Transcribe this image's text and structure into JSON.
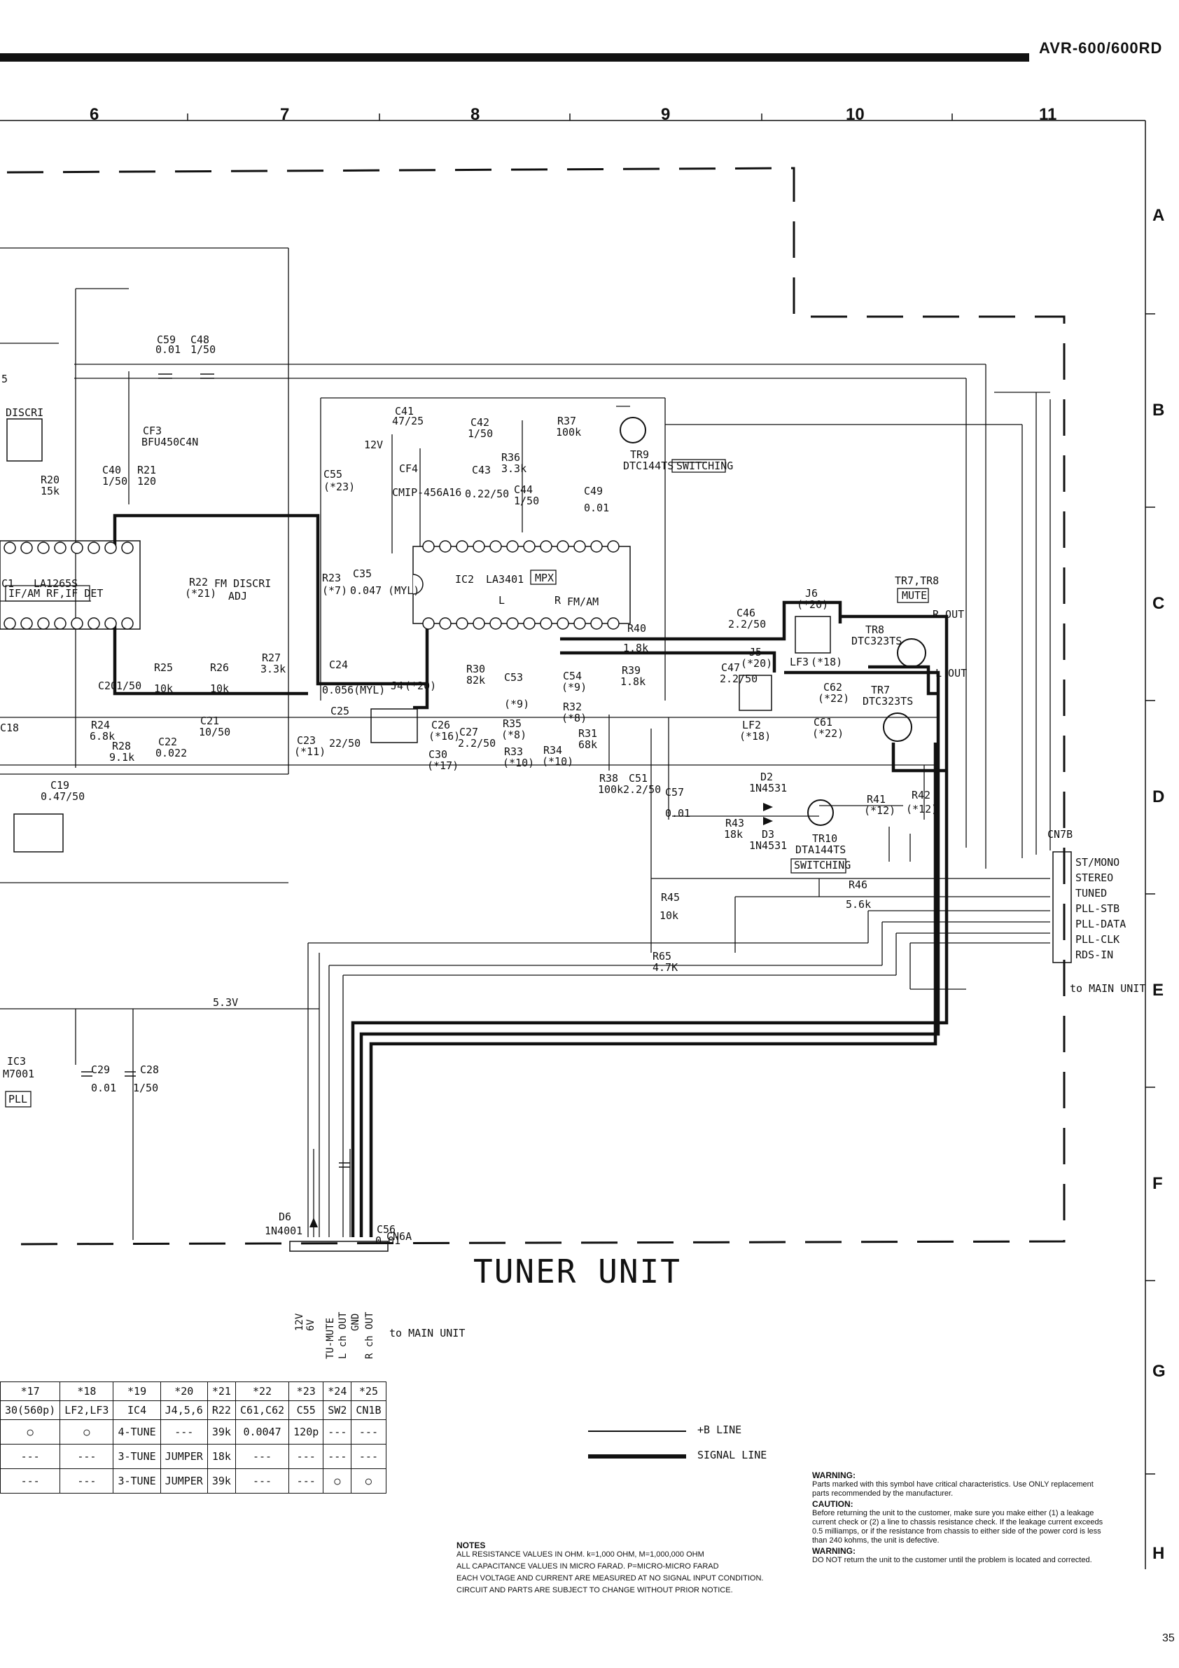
{
  "header": {
    "model": "AVR-600/600RD"
  },
  "grid": {
    "columns": [
      "6",
      "7",
      "8",
      "9",
      "10",
      "11"
    ],
    "rows": [
      "A",
      "B",
      "C",
      "D",
      "E",
      "F",
      "G",
      "H"
    ]
  },
  "title": "TUNER UNIT",
  "page_number": "35",
  "connectors": {
    "cn7b": {
      "name": "CN7B",
      "pins": [
        "ST/MONO",
        "STEREO",
        "TUNED",
        "PLL-STB",
        "PLL-DATA",
        "PLL-CLK",
        "RDS-IN"
      ],
      "dest": "to MAIN UNIT"
    },
    "cn6a": {
      "name": "CN6A",
      "pins": [
        "12V",
        "6V",
        "TU-MUTE",
        "L ch OUT",
        "GND",
        "R ch OUT"
      ],
      "dest": "to MAIN UNIT"
    }
  },
  "ics": {
    "ic1": {
      "ref": "C1",
      "part": "LA1265S",
      "func": "IF/AM RF,IF DET"
    },
    "ic2": {
      "ref": "IC2",
      "part": "LA3401",
      "func": "MPX"
    },
    "ic3": {
      "ref": "IC3",
      "part": "M7001",
      "func": "PLL"
    }
  },
  "labels": {
    "fm_discri": "FM DISCRI",
    "adj": "ADJ",
    "switching": "SWITCHING",
    "mute": "MUTE",
    "tr78": "TR7,TR8",
    "r_out": "R OUT",
    "l_out": "L OUT",
    "v12": "12V",
    "v53": "5.3V",
    "fmam": "FM/AM",
    "l": "L",
    "r": "R",
    "discri": "DISCRI",
    "n5": "5"
  },
  "components": [
    {
      "ref": "C59",
      "val": "0.01"
    },
    {
      "ref": "C48",
      "val": "1/50"
    },
    {
      "ref": "CF3",
      "val": "BFU450C4N"
    },
    {
      "ref": "C40",
      "val": "1/50"
    },
    {
      "ref": "R21",
      "val": "120"
    },
    {
      "ref": "R20",
      "val": "15k"
    },
    {
      "ref": "C41",
      "val": "47/25"
    },
    {
      "ref": "C42",
      "val": "1/50"
    },
    {
      "ref": "R37",
      "val": "100k"
    },
    {
      "ref": "TR9",
      "val": "DTC144TS"
    },
    {
      "ref": "R36",
      "val": "3.3k"
    },
    {
      "ref": "C43",
      "val": "0.22/50"
    },
    {
      "ref": "C44",
      "val": "1/50"
    },
    {
      "ref": "C49",
      "val": "0.01"
    },
    {
      "ref": "C55",
      "val": "(*23)"
    },
    {
      "ref": "CF4",
      "val": "CMIP-456A16"
    },
    {
      "ref": "R22",
      "val": "(*21)"
    },
    {
      "ref": "R23",
      "val": "(*7)"
    },
    {
      "ref": "C35",
      "val": "0.047 (MYL)"
    },
    {
      "ref": "R27",
      "val": "3.3k"
    },
    {
      "ref": "R25",
      "val": "10k"
    },
    {
      "ref": "R26",
      "val": "10k"
    },
    {
      "ref": "C24",
      "val": "0.056(MYL)"
    },
    {
      "ref": "J4",
      "val": "(*20)"
    },
    {
      "ref": "C25",
      "val": "22/50"
    },
    {
      "ref": "C26",
      "val": "(*16)"
    },
    {
      "ref": "C30",
      "val": "(*17)"
    },
    {
      "ref": "C23",
      "val": "(*11)"
    },
    {
      "ref": "C20",
      "val": "1/50"
    },
    {
      "ref": "R24",
      "val": "6.8k"
    },
    {
      "ref": "R28",
      "val": "9.1k"
    },
    {
      "ref": "C22",
      "val": "0.022"
    },
    {
      "ref": "C21",
      "val": "10/50"
    },
    {
      "ref": "C19",
      "val": "0.47/50"
    },
    {
      "ref": "C18",
      "val": ""
    },
    {
      "ref": "R30",
      "val": "82k"
    },
    {
      "ref": "C53",
      "val": "(*9)"
    },
    {
      "ref": "C54",
      "val": "(*9)"
    },
    {
      "ref": "R35",
      "val": "(*8)"
    },
    {
      "ref": "R32",
      "val": "(*8)"
    },
    {
      "ref": "C27",
      "val": "2.2/50"
    },
    {
      "ref": "R33",
      "val": "(*10)"
    },
    {
      "ref": "R34",
      "val": "(*10)"
    },
    {
      "ref": "R31",
      "val": "68k"
    },
    {
      "ref": "R40",
      "val": "1.8k"
    },
    {
      "ref": "R39",
      "val": "1.8k"
    },
    {
      "ref": "R38",
      "val": "100k"
    },
    {
      "ref": "C51",
      "val": "2.2/50"
    },
    {
      "ref": "C46",
      "val": "2.2/50"
    },
    {
      "ref": "J6",
      "val": "(*20)"
    },
    {
      "ref": "J5",
      "val": "(*20)"
    },
    {
      "ref": "C47",
      "val": "2.2/50"
    },
    {
      "ref": "LF3",
      "val": "(*18)"
    },
    {
      "ref": "LF2",
      "val": "(*18)"
    },
    {
      "ref": "TR8",
      "val": "DTC323TS"
    },
    {
      "ref": "TR7",
      "val": "DTC323TS"
    },
    {
      "ref": "C62",
      "val": "(*22)"
    },
    {
      "ref": "C61",
      "val": "(*22)"
    },
    {
      "ref": "C57",
      "val": "0.01"
    },
    {
      "ref": "D2",
      "val": "1N4531"
    },
    {
      "ref": "D3",
      "val": "1N4531"
    },
    {
      "ref": "R43",
      "val": "18k"
    },
    {
      "ref": "TR10",
      "val": "DTA144TS"
    },
    {
      "ref": "R41",
      "val": "(*12)"
    },
    {
      "ref": "R42",
      "val": "(*12)"
    },
    {
      "ref": "R46",
      "val": "5.6k"
    },
    {
      "ref": "R45",
      "val": "10k"
    },
    {
      "ref": "R65",
      "val": "4.7K"
    },
    {
      "ref": "C29",
      "val": "0.01"
    },
    {
      "ref": "C28",
      "val": "1/50"
    },
    {
      "ref": "D6",
      "val": "1N4001"
    },
    {
      "ref": "C56",
      "val": "0.01"
    }
  ],
  "options_table": {
    "headers": [
      "*17",
      "*18",
      "*19",
      "*20",
      "*21",
      "*22",
      "*23",
      "*24",
      "*25"
    ],
    "subheaders": [
      "30(560p)",
      "LF2,LF3",
      "IC4",
      "J4,5,6",
      "R22",
      "C61,C62",
      "C55",
      "SW2",
      "CN1B"
    ],
    "rows": [
      [
        "○",
        "○",
        "4-TUNE",
        "---",
        "39k",
        "0.0047",
        "120p",
        "---",
        "---"
      ],
      [
        "---",
        "---",
        "3-TUNE",
        "JUMPER",
        "18k",
        "---",
        "---",
        "---",
        "---"
      ],
      [
        "---",
        "---",
        "3-TUNE",
        "JUMPER",
        "39k",
        "---",
        "---",
        "○",
        "○"
      ]
    ]
  },
  "legend": {
    "b_line": "+B  LINE",
    "signal_line": "SIGNAL  LINE"
  },
  "notes": {
    "heading": "NOTES",
    "lines": [
      "ALL RESISTANCE VALUES IN OHM. k=1,000 OHM, M=1,000,000 OHM",
      "ALL CAPACITANCE VALUES IN MICRO FARAD. P=MICRO-MICRO FARAD",
      "EACH VOLTAGE AND CURRENT ARE MEASURED AT NO SIGNAL INPUT CONDITION.",
      "CIRCUIT AND PARTS ARE SUBJECT TO CHANGE WITHOUT PRIOR NOTICE."
    ]
  },
  "warnings": {
    "w1_head": "WARNING:",
    "w1_text": "Parts marked with this symbol have critical characteristics. Use ONLY replacement parts recommended by the manufacturer.",
    "caution_head": "CAUTION:",
    "caution_text": "Before returning the unit to the customer, make sure you make either (1) a leakage current check or (2) a line to chassis resistance check. If the leakage current exceeds 0.5 milliamps, or if the resistance from chassis to either side of the power cord is less than 240 kohms, the unit is defective.",
    "w2_head": "WARNING:",
    "w2_text": "DO NOT return the unit to the customer until the problem is located and corrected."
  }
}
